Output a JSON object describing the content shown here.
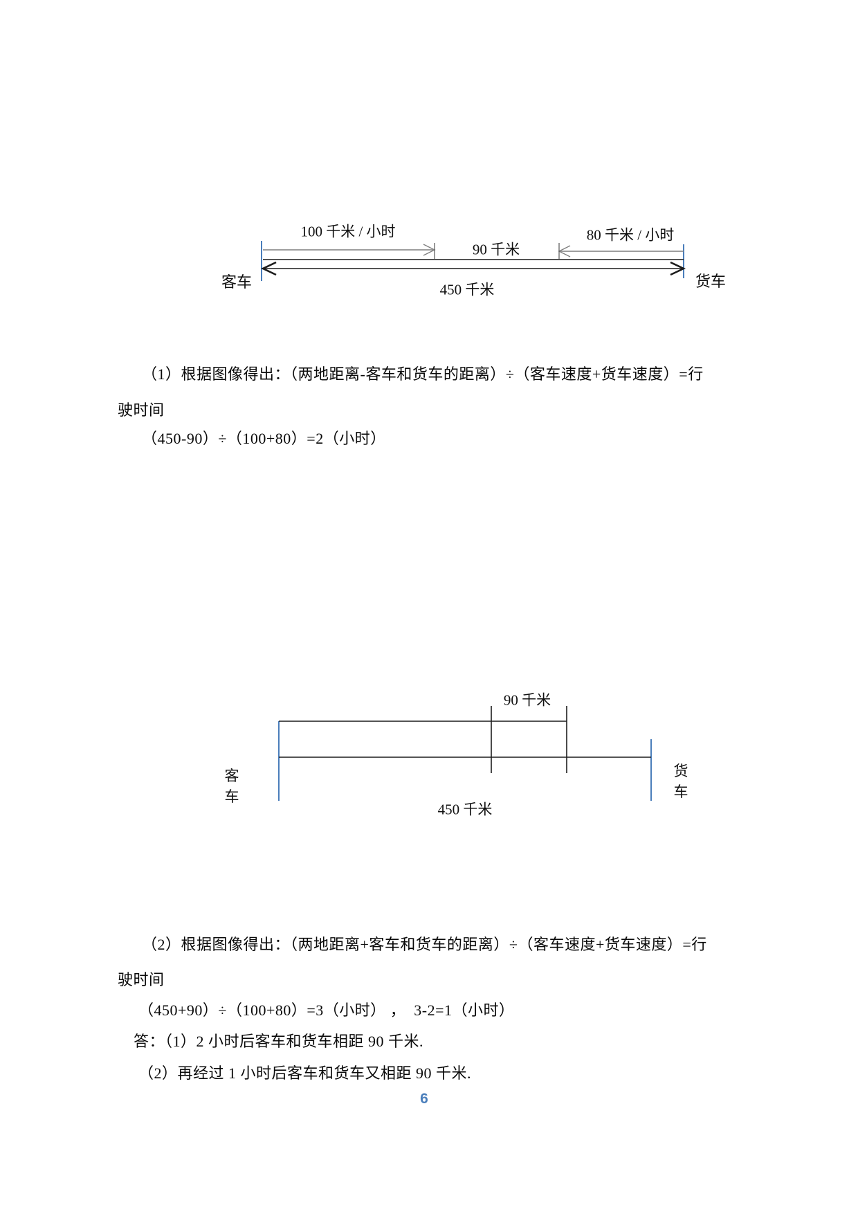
{
  "colors": {
    "tick_blue": "#4a7ebb",
    "line_black": "#1c1c1c",
    "line_gray": "#7f7f7f",
    "page_number_blue": "#4a7ebb"
  },
  "diagram1": {
    "bus_speed_label": "100 千米 / 小时",
    "truck_speed_label": "80 千米 / 小时",
    "gap_label": "90 千米",
    "bus_label": "客车",
    "truck_label": "货车",
    "total_label": "450 千米"
  },
  "solution1": {
    "line1": "（1）根据图像得出：（两地距离-客车和货车的距离）÷（客车速度+货车速度）=行",
    "line2": "驶时间",
    "line3": "（450-90）÷（100+80）=2（小时）"
  },
  "diagram2": {
    "gap_label": "90 千米",
    "bus_label": "客车",
    "truck_label": "货车",
    "total_label": "450 千米"
  },
  "solution2": {
    "line1": "（2）根据图像得出：（两地距离+客车和货车的距离）÷（客车速度+货车速度）=行",
    "line2": "驶时间",
    "line3": "（450+90）÷（100+80）=3（小时） ，  3-2=1（小时）",
    "answer1": "答：（1）2 小时后客车和货车相距 90 千米.",
    "answer2": "（2）再经过 1 小时后客车和货车又相距 90 千米."
  },
  "page": {
    "number": "6"
  }
}
